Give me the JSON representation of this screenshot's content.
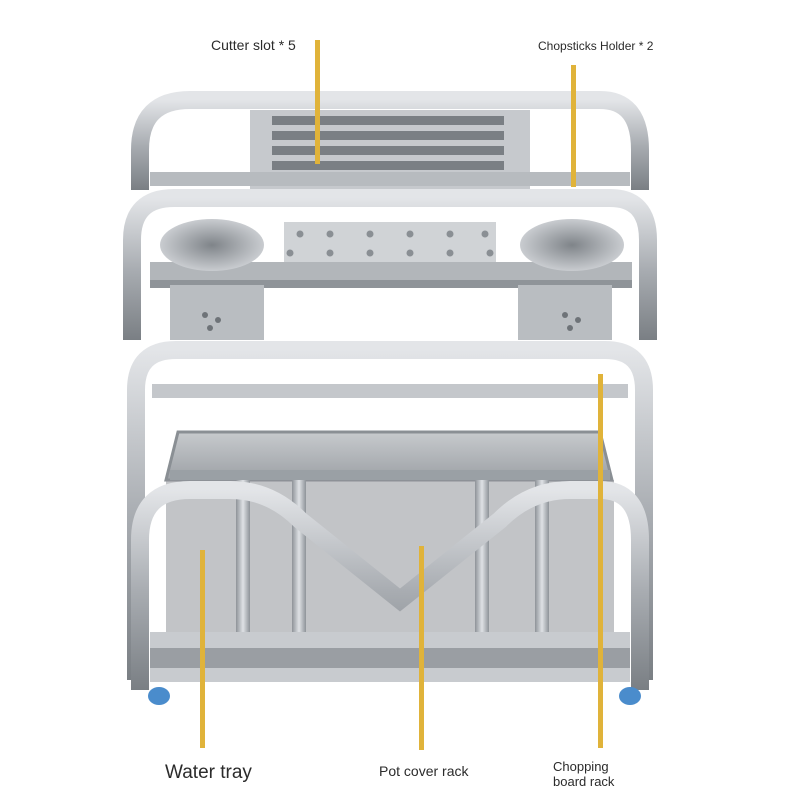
{
  "image": {
    "subject": "stainless-steel-kitchen-rack",
    "colors": {
      "background": "#ffffff",
      "steel_light": "#d4d7da",
      "steel_mid": "#a9adb2",
      "steel_dark": "#6e7378",
      "callout": "#e0b33a",
      "foot": "#4a8ccc",
      "text": "#2b2b2b"
    }
  },
  "callouts": {
    "cutter_slot": "Cutter slot * 5",
    "chopsticks_holder": "Chopsticks Holder * 2",
    "water_tray": "Water tray",
    "pot_cover_rack": "Pot cover rack",
    "chopping_board_rack_line1": "Chopping",
    "chopping_board_rack_line2": "board rack"
  }
}
